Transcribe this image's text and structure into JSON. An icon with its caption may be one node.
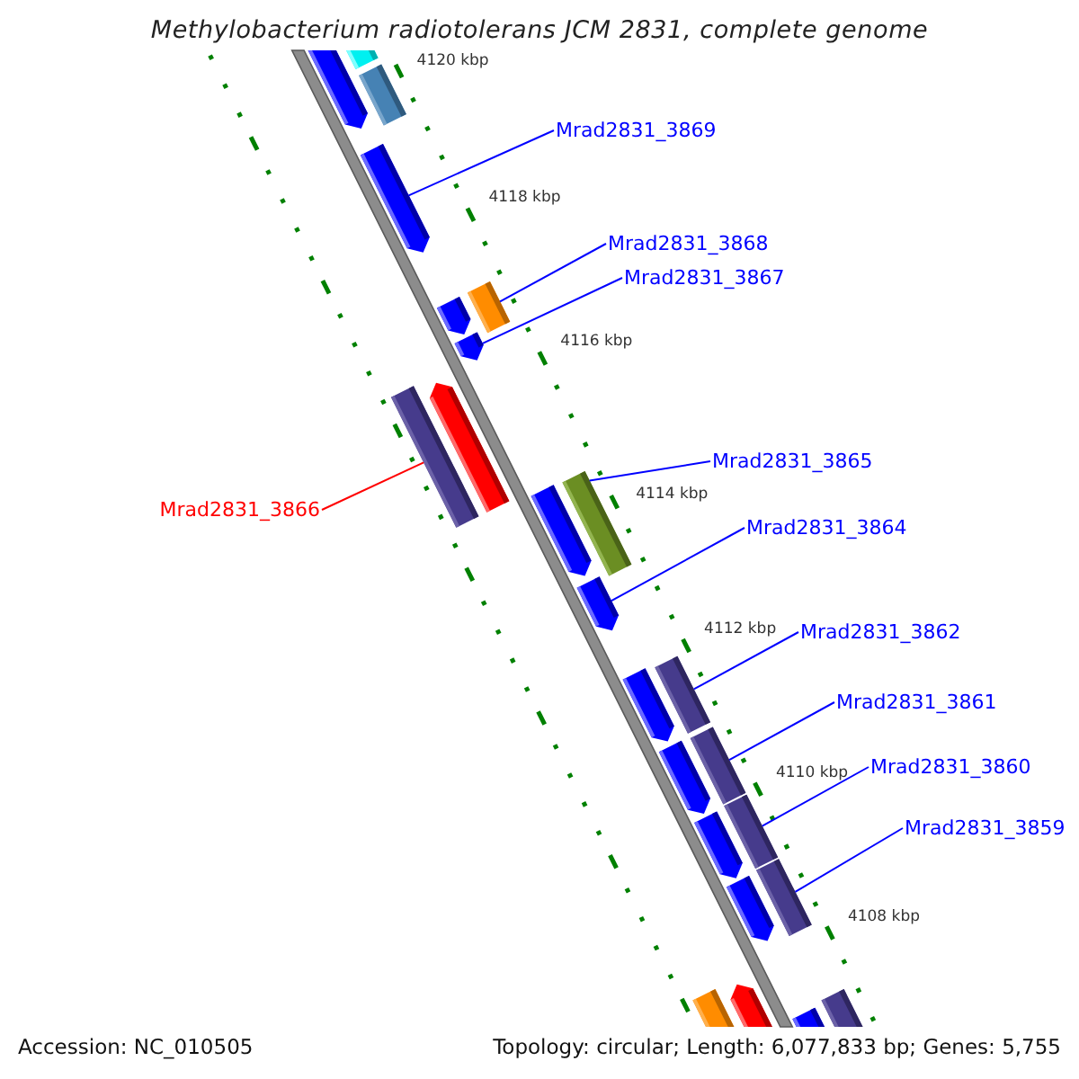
{
  "diagram": {
    "title": "Methylobacterium radiotolerans JCM 2831, complete genome",
    "nodes": [
      {
        "text": [],
        "shape": "bar"
      },
      {
        "text": [],
        "shape": "arrow"
      },
      {
        "text": [],
        "shape": "bar"
      },
      {
        "text": [
          "Mrad2831_3869"
        ]
      },
      {
        "text": [],
        "shape": "arrow"
      },
      {
        "text": [
          "Mrad2831_3868"
        ]
      },
      {
        "text": [
          "Mrad2831_3867"
        ]
      },
      {
        "text": [],
        "shape": "arrow"
      },
      {
        "text": [],
        "shape": "bar"
      },
      {
        "text": [],
        "shape": "arrow"
      },
      {
        "text": [
          "Mrad2831_3865"
        ]
      },
      {
        "text": [],
        "shape": "bar"
      },
      {
        "text": [],
        "shape": "arrow"
      },
      {
        "text": [
          "Mrad2831_3866"
        ]
      },
      {
        "text": [],
        "shape": "arrow"
      },
      {
        "text": [],
        "shape": "bar"
      },
      {
        "text": [
          "Mrad2831_3864"
        ]
      },
      {
        "text": [],
        "shape": "arrow"
      },
      {
        "text": [
          "Mrad2831_3862"
        ]
      },
      {
        "text": [],
        "shape": "arrow"
      },
      {
        "text": [],
        "shape": "bar"
      },
      {
        "text": [
          "Mrad2831_3861"
        ]
      },
      {
        "text": [],
        "shape": "arrow"
      },
      {
        "text": [],
        "shape": "bar"
      },
      {
        "text": [
          "Mrad2831_3860"
        ]
      },
      {
        "text": [],
        "shape": "arrow"
      },
      {
        "text": [],
        "shape": "bar"
      },
      {
        "text": [
          "Mrad2831_3859"
        ]
      },
      {
        "text": [],
        "shape": "arrow"
      },
      {
        "text": [],
        "shape": "bar"
      },
      {
        "text": [],
        "shape": "bar"
      },
      {
        "text": [],
        "shape": "arrow"
      },
      {
        "text": [],
        "shape": "arrow"
      },
      {
        "text": [],
        "shape": "bar"
      }
    ],
    "edges": [
      {
        "from": 3,
        "to": 4,
        "arrow": "none"
      },
      {
        "from": 5,
        "to": 8,
        "arrow": "none"
      },
      {
        "from": 6,
        "to": 9,
        "arrow": "none"
      },
      {
        "from": 10,
        "to": 15,
        "arrow": "none"
      },
      {
        "from": 13,
        "to": 11,
        "arrow": "none",
        "color": "#ff0000"
      },
      {
        "from": 16,
        "to": 17,
        "arrow": "none"
      },
      {
        "from": 18,
        "to": 20,
        "arrow": "none"
      },
      {
        "from": 21,
        "to": 23,
        "arrow": "none"
      },
      {
        "from": 24,
        "to": 26,
        "arrow": "none"
      },
      {
        "from": 27,
        "to": 29,
        "arrow": "none"
      }
    ],
    "labels": [
      "4120 kbp",
      "4118 kbp",
      "4116 kbp",
      "4114 kbp",
      "4112 kbp",
      "4110 kbp",
      "4108 kbp",
      "Accession: NC_010505",
      "Topology: circular; Length: 6,077,833 bp; Genes: 5,755"
    ]
  }
}
